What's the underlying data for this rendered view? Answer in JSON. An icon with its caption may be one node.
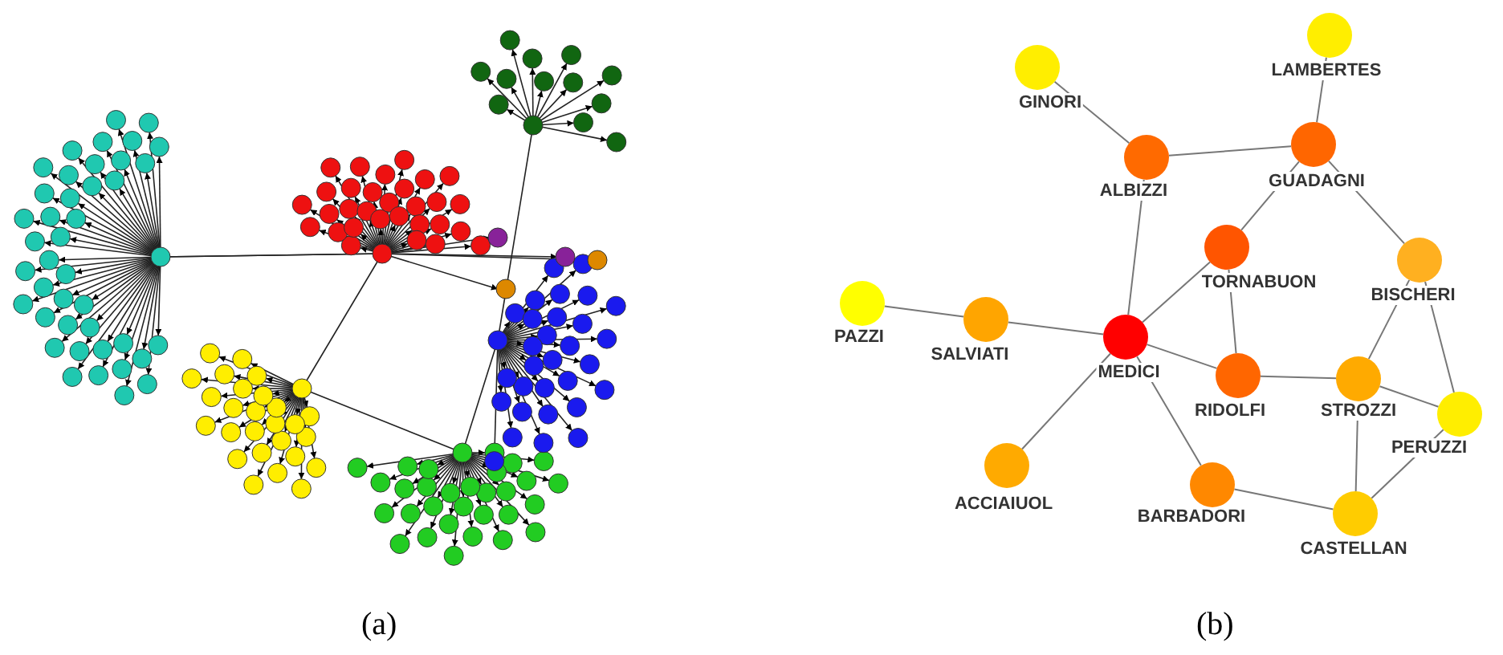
{
  "diagram": {
    "nodes": [
      {
        "text": [
          "GINORI"
        ]
      },
      {
        "text": [
          "LAMBERTES"
        ]
      },
      {
        "text": [
          "ALBIZZI"
        ]
      },
      {
        "text": [
          "GUADAGNI"
        ]
      },
      {
        "text": [
          "TORNABUON"
        ]
      },
      {
        "text": [
          "BISCHERI"
        ]
      },
      {
        "text": [
          "PAZZI"
        ]
      },
      {
        "text": [
          "SALVIATI"
        ]
      },
      {
        "text": [
          "MEDICI"
        ]
      },
      {
        "text": [
          "RIDOLFI"
        ]
      },
      {
        "text": [
          "STROZZI"
        ]
      },
      {
        "text": [
          "PERUZZI"
        ]
      },
      {
        "text": [
          "ACCIAIUOL"
        ]
      },
      {
        "text": [
          "BARBADORI"
        ]
      },
      {
        "text": [
          "CASTELLAN"
        ]
      }
    ],
    "edges": [
      {
        "from": 0,
        "to": 2,
        "arrow": "none"
      },
      {
        "from": 2,
        "to": 3,
        "arrow": "none"
      },
      {
        "from": 1,
        "to": 3,
        "arrow": "none"
      },
      {
        "from": 2,
        "to": 8,
        "arrow": "none"
      },
      {
        "from": 3,
        "to": 4,
        "arrow": "none"
      },
      {
        "from": 3,
        "to": 5,
        "arrow": "none"
      },
      {
        "from": 4,
        "to": 8,
        "arrow": "none"
      },
      {
        "from": 4,
        "to": 9,
        "arrow": "none"
      },
      {
        "from": 6,
        "to": 7,
        "arrow": "none"
      },
      {
        "from": 7,
        "to": 8,
        "arrow": "none"
      },
      {
        "from": 8,
        "to": 9,
        "arrow": "none"
      },
      {
        "from": 8,
        "to": 12,
        "arrow": "none"
      },
      {
        "from": 8,
        "to": 13,
        "arrow": "none"
      },
      {
        "from": 9,
        "to": 10,
        "arrow": "none"
      },
      {
        "from": 5,
        "to": 10,
        "arrow": "none"
      },
      {
        "from": 5,
        "to": 11,
        "arrow": "none"
      },
      {
        "from": 10,
        "to": 11,
        "arrow": "none"
      },
      {
        "from": 10,
        "to": 14,
        "arrow": "none"
      },
      {
        "from": 11,
        "to": 14,
        "arrow": "none"
      },
      {
        "from": 13,
        "to": 14,
        "arrow": "none"
      }
    ],
    "labels": [
      "(a)",
      "(b)"
    ]
  }
}
